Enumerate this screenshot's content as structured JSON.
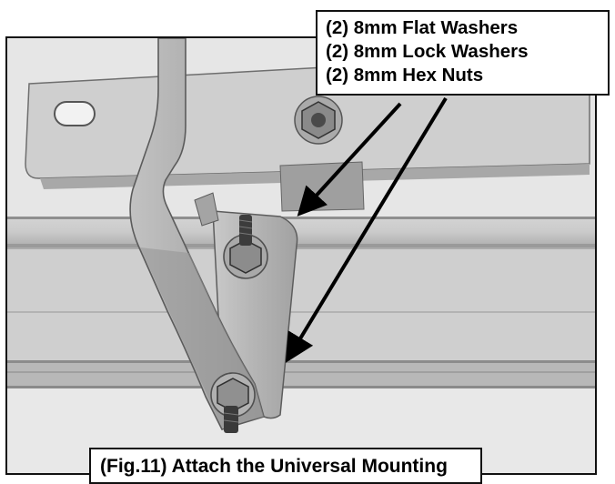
{
  "callout": {
    "lines": [
      "(2) 8mm Flat Washers",
      "(2) 8mm Lock Washers",
      "(2) 8mm Hex Nuts"
    ]
  },
  "caption": {
    "text": "(Fig.11) Attach the Universal Mounting"
  },
  "colors": {
    "frame_border": "#111111",
    "steel_light": "#dcdcdc",
    "steel_mid": "#b9b9b9",
    "steel_dark": "#7d7d7d",
    "arrow": "#000000"
  }
}
